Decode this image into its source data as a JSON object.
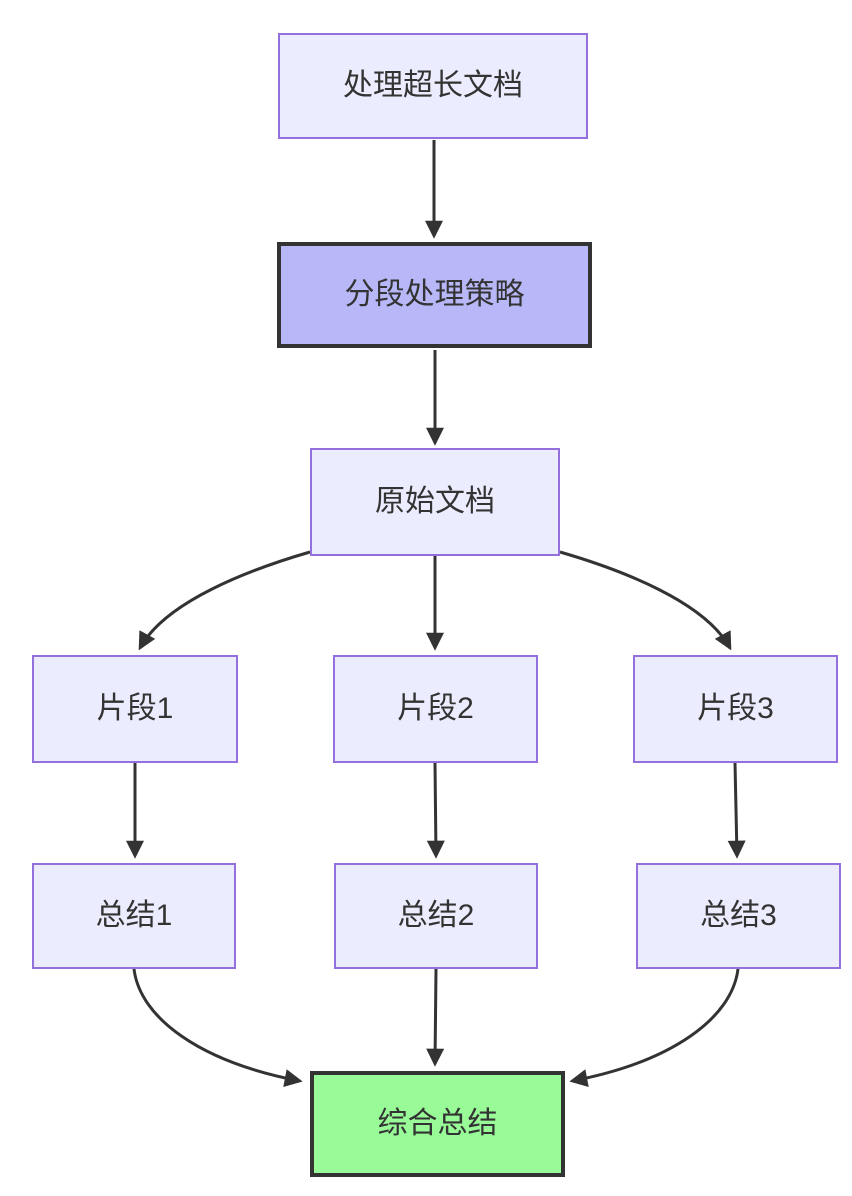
{
  "diagram": {
    "kind": "flowchart-top-down",
    "background": "#ffffff"
  },
  "nodes": {
    "process_long_doc": {
      "label": "处理超长文档"
    },
    "segmentation_strategy": {
      "label": "分段处理策略"
    },
    "original_doc": {
      "label": "原始文档"
    },
    "fragment_1": {
      "label": "片段1"
    },
    "fragment_2": {
      "label": "片段2"
    },
    "fragment_3": {
      "label": "片段3"
    },
    "summary_1": {
      "label": "总结1"
    },
    "summary_2": {
      "label": "总结2"
    },
    "summary_3": {
      "label": "总结3"
    },
    "final_summary": {
      "label": "综合总结"
    }
  },
  "edges": [
    {
      "from": "process_long_doc",
      "to": "segmentation_strategy"
    },
    {
      "from": "segmentation_strategy",
      "to": "original_doc"
    },
    {
      "from": "original_doc",
      "to": "fragment_1"
    },
    {
      "from": "original_doc",
      "to": "fragment_2"
    },
    {
      "from": "original_doc",
      "to": "fragment_3"
    },
    {
      "from": "fragment_1",
      "to": "summary_1"
    },
    {
      "from": "fragment_2",
      "to": "summary_2"
    },
    {
      "from": "fragment_3",
      "to": "summary_3"
    },
    {
      "from": "summary_1",
      "to": "final_summary"
    },
    {
      "from": "summary_2",
      "to": "final_summary"
    },
    {
      "from": "summary_3",
      "to": "final_summary"
    }
  ],
  "colors": {
    "node_fill": "#ECECFF",
    "node_border": "#9370DB",
    "emphasis_fill": "#B8B8F8",
    "emphasis_border": "#333333",
    "final_fill": "#98FB98",
    "final_border": "#333333",
    "edge_stroke": "#333333",
    "label_text": "#333333"
  }
}
